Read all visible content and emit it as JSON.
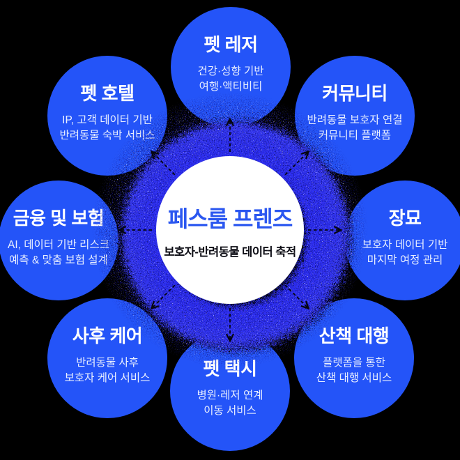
{
  "colors": {
    "background": "#000000",
    "bubble_blue": "#2454f8",
    "ring_blue": "#2c2df1",
    "center_bg": "#ffffff",
    "center_title_blue": "#2b57f0",
    "center_subtitle_color": "#0c0c14",
    "connector_color": "#06060f"
  },
  "center": {
    "title": "페스룸 프렌즈",
    "subtitle": "보호자-반려동물 데이터 축적"
  },
  "bubbles": [
    {
      "id": "pet-leisure",
      "title": "펫 레저",
      "line1": "건강·성향 기반",
      "line2": "여행·액티비티"
    },
    {
      "id": "community",
      "title": "커뮤니티",
      "line1": "반려동물 보호자 연결",
      "line2": "커뮤니티 플랫폼"
    },
    {
      "id": "funeral",
      "title": "장묘",
      "line1": "보호자 데이터 기반",
      "line2": "마지막 여정 관리"
    },
    {
      "id": "walking-service",
      "title": "산책 대행",
      "line1": "플랫폼을 통한",
      "line2": "산책 대행 서비스"
    },
    {
      "id": "pet-taxi",
      "title": "펫 택시",
      "line1": "병원·레저 연계",
      "line2": "이동 서비스"
    },
    {
      "id": "after-care",
      "title": "사후 케어",
      "line1": "반려동물 사후",
      "line2": "보호자 케어 서비스"
    },
    {
      "id": "finance-insurance",
      "title": "금융 및 보험",
      "line1": "AI, 데이터 기반 리스크",
      "line2": "예측 & 맞춤 보험 설계"
    },
    {
      "id": "pet-hotel",
      "title": "펫 호텔",
      "line1": "IP, 고객 데이터 기반",
      "line2": "반려동물 숙박 서비스"
    }
  ]
}
